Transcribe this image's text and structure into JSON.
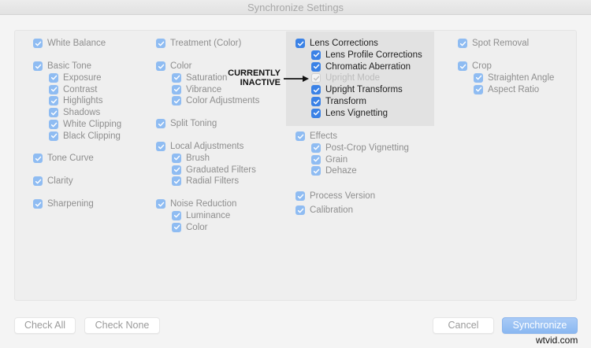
{
  "window": {
    "title": "Synchronize Settings"
  },
  "colors": {
    "checkbox_dimmed": "#8fbcf2",
    "checkbox_active": "#3b82e6",
    "primary_button": "#8ab8f1",
    "highlight_bg": "#e2e2e2"
  },
  "columns": [
    {
      "groups": [
        {
          "label": "White Balance",
          "checked": true,
          "children": []
        },
        {
          "label": "Basic Tone",
          "checked": true,
          "children": [
            {
              "label": "Exposure",
              "checked": true
            },
            {
              "label": "Contrast",
              "checked": true
            },
            {
              "label": "Highlights",
              "checked": true
            },
            {
              "label": "Shadows",
              "checked": true
            },
            {
              "label": "White Clipping",
              "checked": true
            },
            {
              "label": "Black Clipping",
              "checked": true
            }
          ]
        },
        {
          "label": "Tone Curve",
          "checked": true,
          "children": []
        },
        {
          "label": "Clarity",
          "checked": true,
          "children": []
        },
        {
          "label": "Sharpening",
          "checked": true,
          "children": []
        }
      ]
    },
    {
      "groups": [
        {
          "label": "Treatment (Color)",
          "checked": true,
          "children": []
        },
        {
          "label": "Color",
          "checked": true,
          "children": [
            {
              "label": "Saturation",
              "checked": true
            },
            {
              "label": "Vibrance",
              "checked": true
            },
            {
              "label": "Color Adjustments",
              "checked": true
            }
          ]
        },
        {
          "label": "Split Toning",
          "checked": true,
          "children": []
        },
        {
          "label": "Local Adjustments",
          "checked": true,
          "children": [
            {
              "label": "Brush",
              "checked": true
            },
            {
              "label": "Graduated Filters",
              "checked": true
            },
            {
              "label": "Radial Filters",
              "checked": true
            }
          ]
        },
        {
          "label": "Noise Reduction",
          "checked": true,
          "children": [
            {
              "label": "Luminance",
              "checked": true
            },
            {
              "label": "Color",
              "checked": true
            }
          ]
        }
      ]
    },
    {
      "groups": [
        {
          "label": "Lens Corrections",
          "checked": true,
          "highlighted": true,
          "children": [
            {
              "label": "Lens Profile Corrections",
              "checked": true
            },
            {
              "label": "Chromatic Aberration",
              "checked": true
            },
            {
              "label": "Upright Mode",
              "checked": true,
              "disabled": true
            },
            {
              "label": "Upright Transforms",
              "checked": true
            },
            {
              "label": "Transform",
              "checked": true
            },
            {
              "label": "Lens Vignetting",
              "checked": true
            }
          ]
        },
        {
          "label": "Effects",
          "checked": true,
          "children": [
            {
              "label": "Post-Crop Vignetting",
              "checked": true
            },
            {
              "label": "Grain",
              "checked": true
            },
            {
              "label": "Dehaze",
              "checked": true
            }
          ]
        },
        {
          "label": "Process Version",
          "checked": true,
          "children": []
        },
        {
          "label": "Calibration",
          "checked": true,
          "children": []
        }
      ]
    },
    {
      "groups": [
        {
          "label": "Spot Removal",
          "checked": true,
          "children": []
        },
        {
          "label": "Crop",
          "checked": true,
          "children": [
            {
              "label": "Straighten Angle",
              "checked": true
            },
            {
              "label": "Aspect Ratio",
              "checked": true
            }
          ]
        }
      ]
    }
  ],
  "annotation": {
    "line1": "CURRENTLY",
    "line2": "INACTIVE",
    "icon": "arrow-right-icon"
  },
  "buttons": {
    "check_all": "Check All",
    "check_none": "Check None",
    "cancel": "Cancel",
    "synchronize": "Synchronize"
  },
  "watermark": "wtvid.com"
}
